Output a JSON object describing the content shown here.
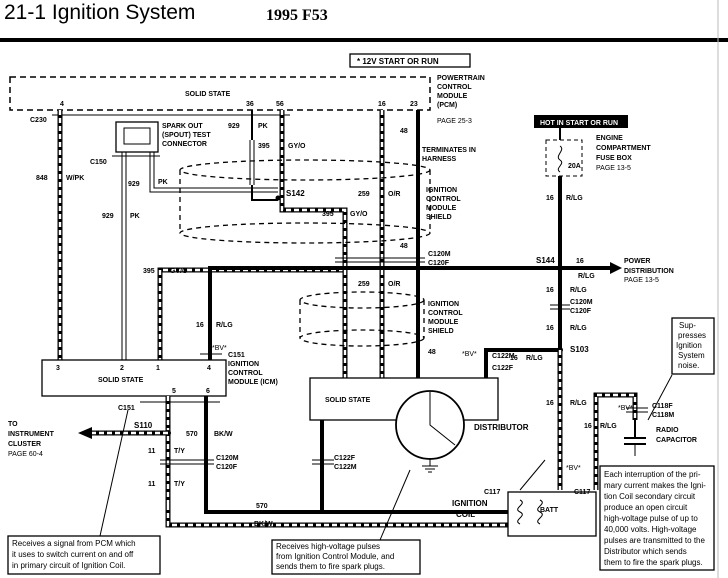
{
  "header": {
    "section_title": "21-1 Ignition System",
    "model": "1995 F53"
  },
  "power_note": "* 12V START OR RUN",
  "pcm": {
    "label": "SOLID STATE",
    "name_lines": [
      "POWERTRAIN",
      "CONTROL",
      "MODULE",
      "(PCM)"
    ],
    "page_ref": "PAGE  25-3",
    "pins": [
      "4",
      "36",
      "56",
      "16",
      "23"
    ]
  },
  "connectors": {
    "c230": "C230",
    "c150": "C150",
    "c151_top": "C151",
    "c151_bottom": "C151",
    "c120m_top": "C120M",
    "c120f_top": "C120F",
    "c122m_right": "C122M",
    "c122f_right": "C122F",
    "c120m_right": "C120M",
    "c120f_right": "C120F",
    "c118f": "C118F",
    "c118m": "C118M",
    "c122f_dist": "C122F",
    "c122m_dist": "C122M",
    "c120m_left": "C120M",
    "c120f_left": "C120F",
    "c117_left": "C117",
    "c117_right": "C117"
  },
  "splices": {
    "s142": "S142",
    "s144": "S144",
    "s103": "S103",
    "s110": "S110"
  },
  "wires": {
    "w848": "848",
    "w848_color": "W/PK",
    "w929a": "929",
    "w929a_color": "PK",
    "w929b": "929",
    "w929b_color": "PK",
    "w929c": "929",
    "w929c_color": "PK",
    "w395a": "395",
    "w395a_color": "GY/O",
    "w395b": "395",
    "w395b_color": "GY/O",
    "w395c": "395",
    "w395c_color": "GY/O",
    "w259a": "259",
    "w259a_color": "O/R",
    "w259b": "259",
    "w259b_color": "O/R",
    "w48a": "48",
    "w48b": "48",
    "w48c": "48",
    "w16a": "16",
    "w16a_color": "R/LG",
    "w16b": "16",
    "w16b_color": "R/LG",
    "w16c": "16",
    "w16c_color": "R/LG",
    "w16d": "16",
    "w16d_color": "R/LG",
    "w16e": "16",
    "w16e_color": "R/LG",
    "w16f": "16",
    "w16f_color": "R/LG",
    "w16g": "16",
    "w16g_color": "R/LG",
    "w16h": "16",
    "w16h_color": "R/LG",
    "w570a": "570",
    "w570a_color": "BK/W",
    "w570b": "570",
    "w570b_color": "BK/W",
    "w11a": "11",
    "w11a_color": "T/Y",
    "w11b": "11",
    "w11b_color": "T/Y",
    "fuse": "20A"
  },
  "labels": {
    "spout_lines": [
      "SPARK OUT",
      "(SPOUT) TEST",
      "CONNECTOR"
    ],
    "terminates_lines": [
      "TERMINATES IN",
      "HARNESS"
    ],
    "icm_shield_top_lines": [
      "IGNITION",
      "CONTROL",
      "MODULE",
      "SHIELD"
    ],
    "icm_shield_bottom_lines": [
      "IGNITION",
      "CONTROL",
      "MODULE",
      "SHIELD"
    ],
    "hot_in": "HOT IN START OR RUN",
    "fuse_box_lines": [
      "ENGINE",
      "COMPARTMENT",
      "FUSE BOX"
    ],
    "fuse_box_page": "PAGE  13-5",
    "power_dist_lines": [
      "POWER",
      "DISTRIBUTION"
    ],
    "power_dist_page": "PAGE  13-5",
    "icm_label": "SOLID STATE",
    "icm_pins": [
      "3",
      "2",
      "1",
      "4",
      "5",
      "6"
    ],
    "icm_name_lines": [
      "IGNITION",
      "CONTROL",
      "MODULE (ICM)"
    ],
    "dist_label": "SOLID STATE",
    "distributor": "DISTRIBUTOR",
    "ignition_coil_lines": [
      "IGNITION",
      "COIL"
    ],
    "batt": "BATT",
    "radio_cap_lines": [
      "RADIO",
      "CAPACITOR"
    ],
    "to_cluster_lines": [
      "TO",
      "INSTRUMENT",
      "CLUSTER"
    ],
    "cluster_page": "PAGE  60-4",
    "sup_note_lines": [
      "Sup-",
      "presses",
      "Ignition",
      "System",
      "noise."
    ],
    "bv_mark": "*BV*"
  },
  "notes": {
    "icm_note_lines": [
      "Receives a signal from PCM which",
      "it uses to switch current on and off",
      "in primary circuit of Ignition Coil."
    ],
    "dist_note_lines": [
      "Receives      high-voltage      pulses",
      "from Ignition Control Module, and",
      "sends them to fire spark plugs."
    ],
    "coil_note_lines": [
      "Each interruption of the pri-",
      "mary current makes the Igni-",
      "tion Coil secondary circuit",
      "produce an open circuit",
      "high-voltage pulse of up to",
      "40,000 volts.   High-voltage",
      "pulses are transmitted to the",
      "Distributor     which     sends",
      "them to fire the spark plugs."
    ]
  }
}
